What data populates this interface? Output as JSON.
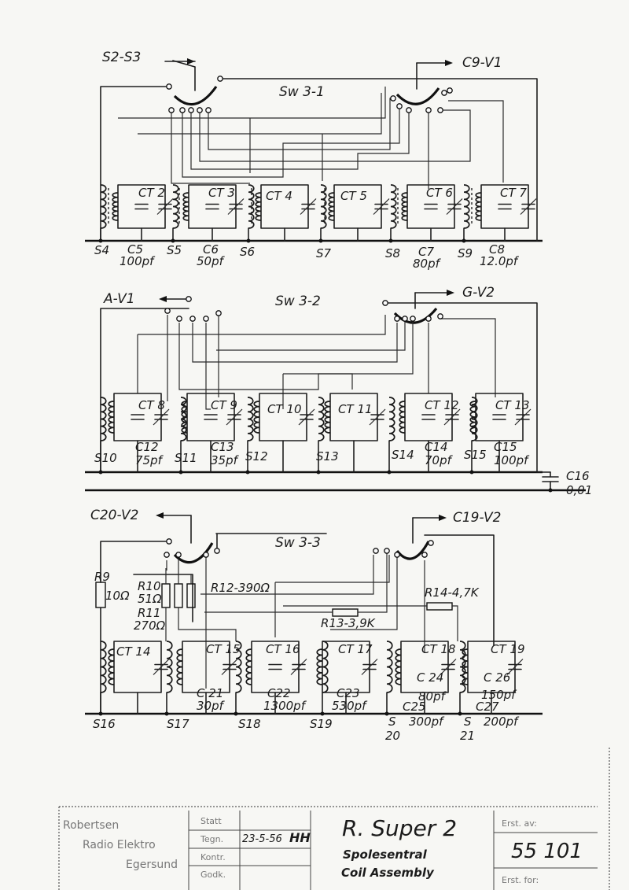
{
  "switches": {
    "sw1": "Sw 3-1",
    "sw2": "Sw 3-2",
    "sw3": "Sw 3-3"
  },
  "outputs": {
    "s2s3": "S2-S3",
    "c9v1": "C9-V1",
    "av1": "A-V1",
    "gv2": "G-V2",
    "c20v2": "C20-V2",
    "c19v2": "C19-V2"
  },
  "section1": {
    "coils": [
      "S4",
      "S5",
      "S6",
      "S7",
      "S8",
      "S9"
    ],
    "trimmers": [
      "CT 2",
      "CT 3",
      "CT 4",
      "CT 5",
      "CT 6",
      "CT 7"
    ],
    "caps": [
      {
        "name": "C5",
        "value": "100pf"
      },
      {
        "name": "C6",
        "value": "50pf"
      },
      {
        "name": "C7",
        "value": "80pf"
      },
      {
        "name": "C8",
        "value": "12.0pf"
      }
    ]
  },
  "section2": {
    "coils": [
      "S10",
      "S11",
      "S12",
      "S13",
      "S14",
      "S15"
    ],
    "trimmers": [
      "CT 8",
      "CT 9",
      "CT 10",
      "CT 11",
      "CT 12",
      "CT 13"
    ],
    "caps": [
      {
        "name": "C12",
        "value": "75pf"
      },
      {
        "name": "C13",
        "value": "35pf"
      },
      {
        "name": "C14",
        "value": "70pf"
      },
      {
        "name": "C15",
        "value": "100pf"
      }
    ],
    "c16_name": "C16",
    "c16_value": "0,01"
  },
  "section3": {
    "coils": [
      "S16",
      "S17",
      "S18",
      "S19",
      "S",
      "20",
      "S",
      "21"
    ],
    "trimmers": [
      "CT 14",
      "CT 15",
      "CT 16",
      "CT 17",
      "CT 18",
      "CT 19"
    ],
    "resistors": {
      "r9": "R9",
      "r9v": "10Ω",
      "r10": "R10",
      "r10v": "51Ω",
      "r11": "R11",
      "r11v": "270Ω",
      "r12": "R12-390Ω",
      "r13": "R13-3,9K",
      "r14": "R14-4,7K"
    },
    "caps": {
      "c21": "C 21",
      "c21v": "30pf",
      "c22": "C22",
      "c22v": "1300pf",
      "c23": "C23",
      "c23v": "530pf",
      "c24": "C 24",
      "c24v": "80pf",
      "c25": "C25",
      "c25v": "300pf",
      "c26": "C 26",
      "c26v": "150pf",
      "c27": "C27",
      "c27v": "200pf"
    }
  },
  "title_block": {
    "company": [
      "Robertsen",
      "Radio Elektro",
      "Egersund"
    ],
    "fields": [
      "Statt",
      "Tegn.",
      "Kontr.",
      "Godk."
    ],
    "date": "23-5-56",
    "initials": "HH",
    "title": "R. Super 2",
    "subtitle": "Spolesentral",
    "subtitle_en": "Coil Assembly",
    "drawing_number": "55 101",
    "erst_label": "Erst. av:",
    "erst_label2": "Erst. for:"
  }
}
